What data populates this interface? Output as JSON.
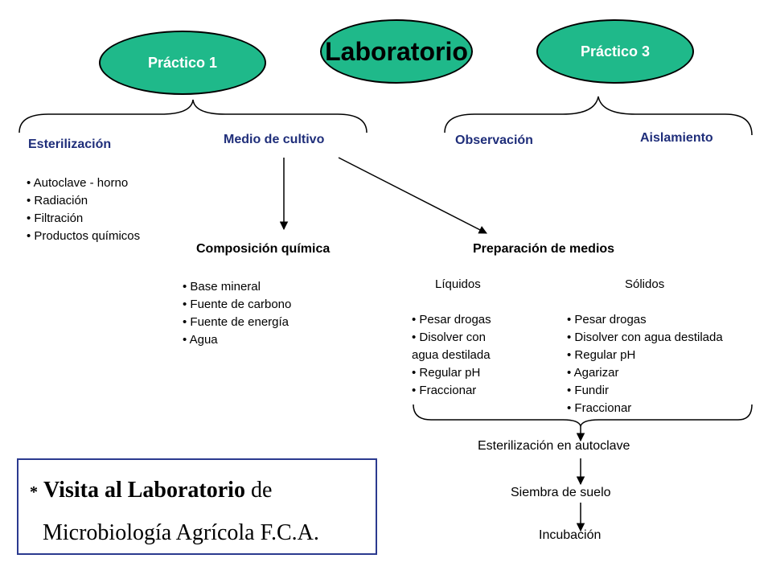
{
  "title": "Laboratorio",
  "practico1": {
    "label": "Práctico 1",
    "branches": [
      "Esterilización",
      "Medio de cultivo"
    ]
  },
  "practico3": {
    "label": "Práctico 3",
    "branches": [
      "Observación",
      "Aislamiento"
    ]
  },
  "esterilizacion_items": [
    "Autoclave - horno",
    "Radiación",
    "Filtración",
    "Productos químicos"
  ],
  "composicion": {
    "title": "Composición química",
    "items": [
      "Base mineral",
      "Fuente de carbono",
      "Fuente de energía",
      "Agua"
    ]
  },
  "preparacion": {
    "title": "Preparación de medios",
    "liquidos": {
      "title": "Líquidos",
      "items": [
        "Pesar drogas",
        "Disolver con",
        "agua destilada",
        "Regular pH",
        "Fraccionar"
      ]
    },
    "solidos": {
      "title": "Sólidos",
      "items": [
        "Pesar drogas",
        "Disolver con agua destilada",
        "Regular pH",
        "Agarizar",
        "Fundir",
        "Fraccionar"
      ]
    }
  },
  "flow": [
    "Esterilización en autoclave",
    "Siembra de suelo",
    "Incubación"
  ],
  "visit": {
    "star": "*",
    "bold": "Visita al Laboratorio",
    "rest": "de",
    "line2": "Microbiología Agrícola F.C.A."
  },
  "colors": {
    "ellipse_fill": "#1fb98a",
    "ellipse_text": "#ffffff",
    "branch_text": "#1f2e7a",
    "box_border": "#2b3a8f"
  }
}
